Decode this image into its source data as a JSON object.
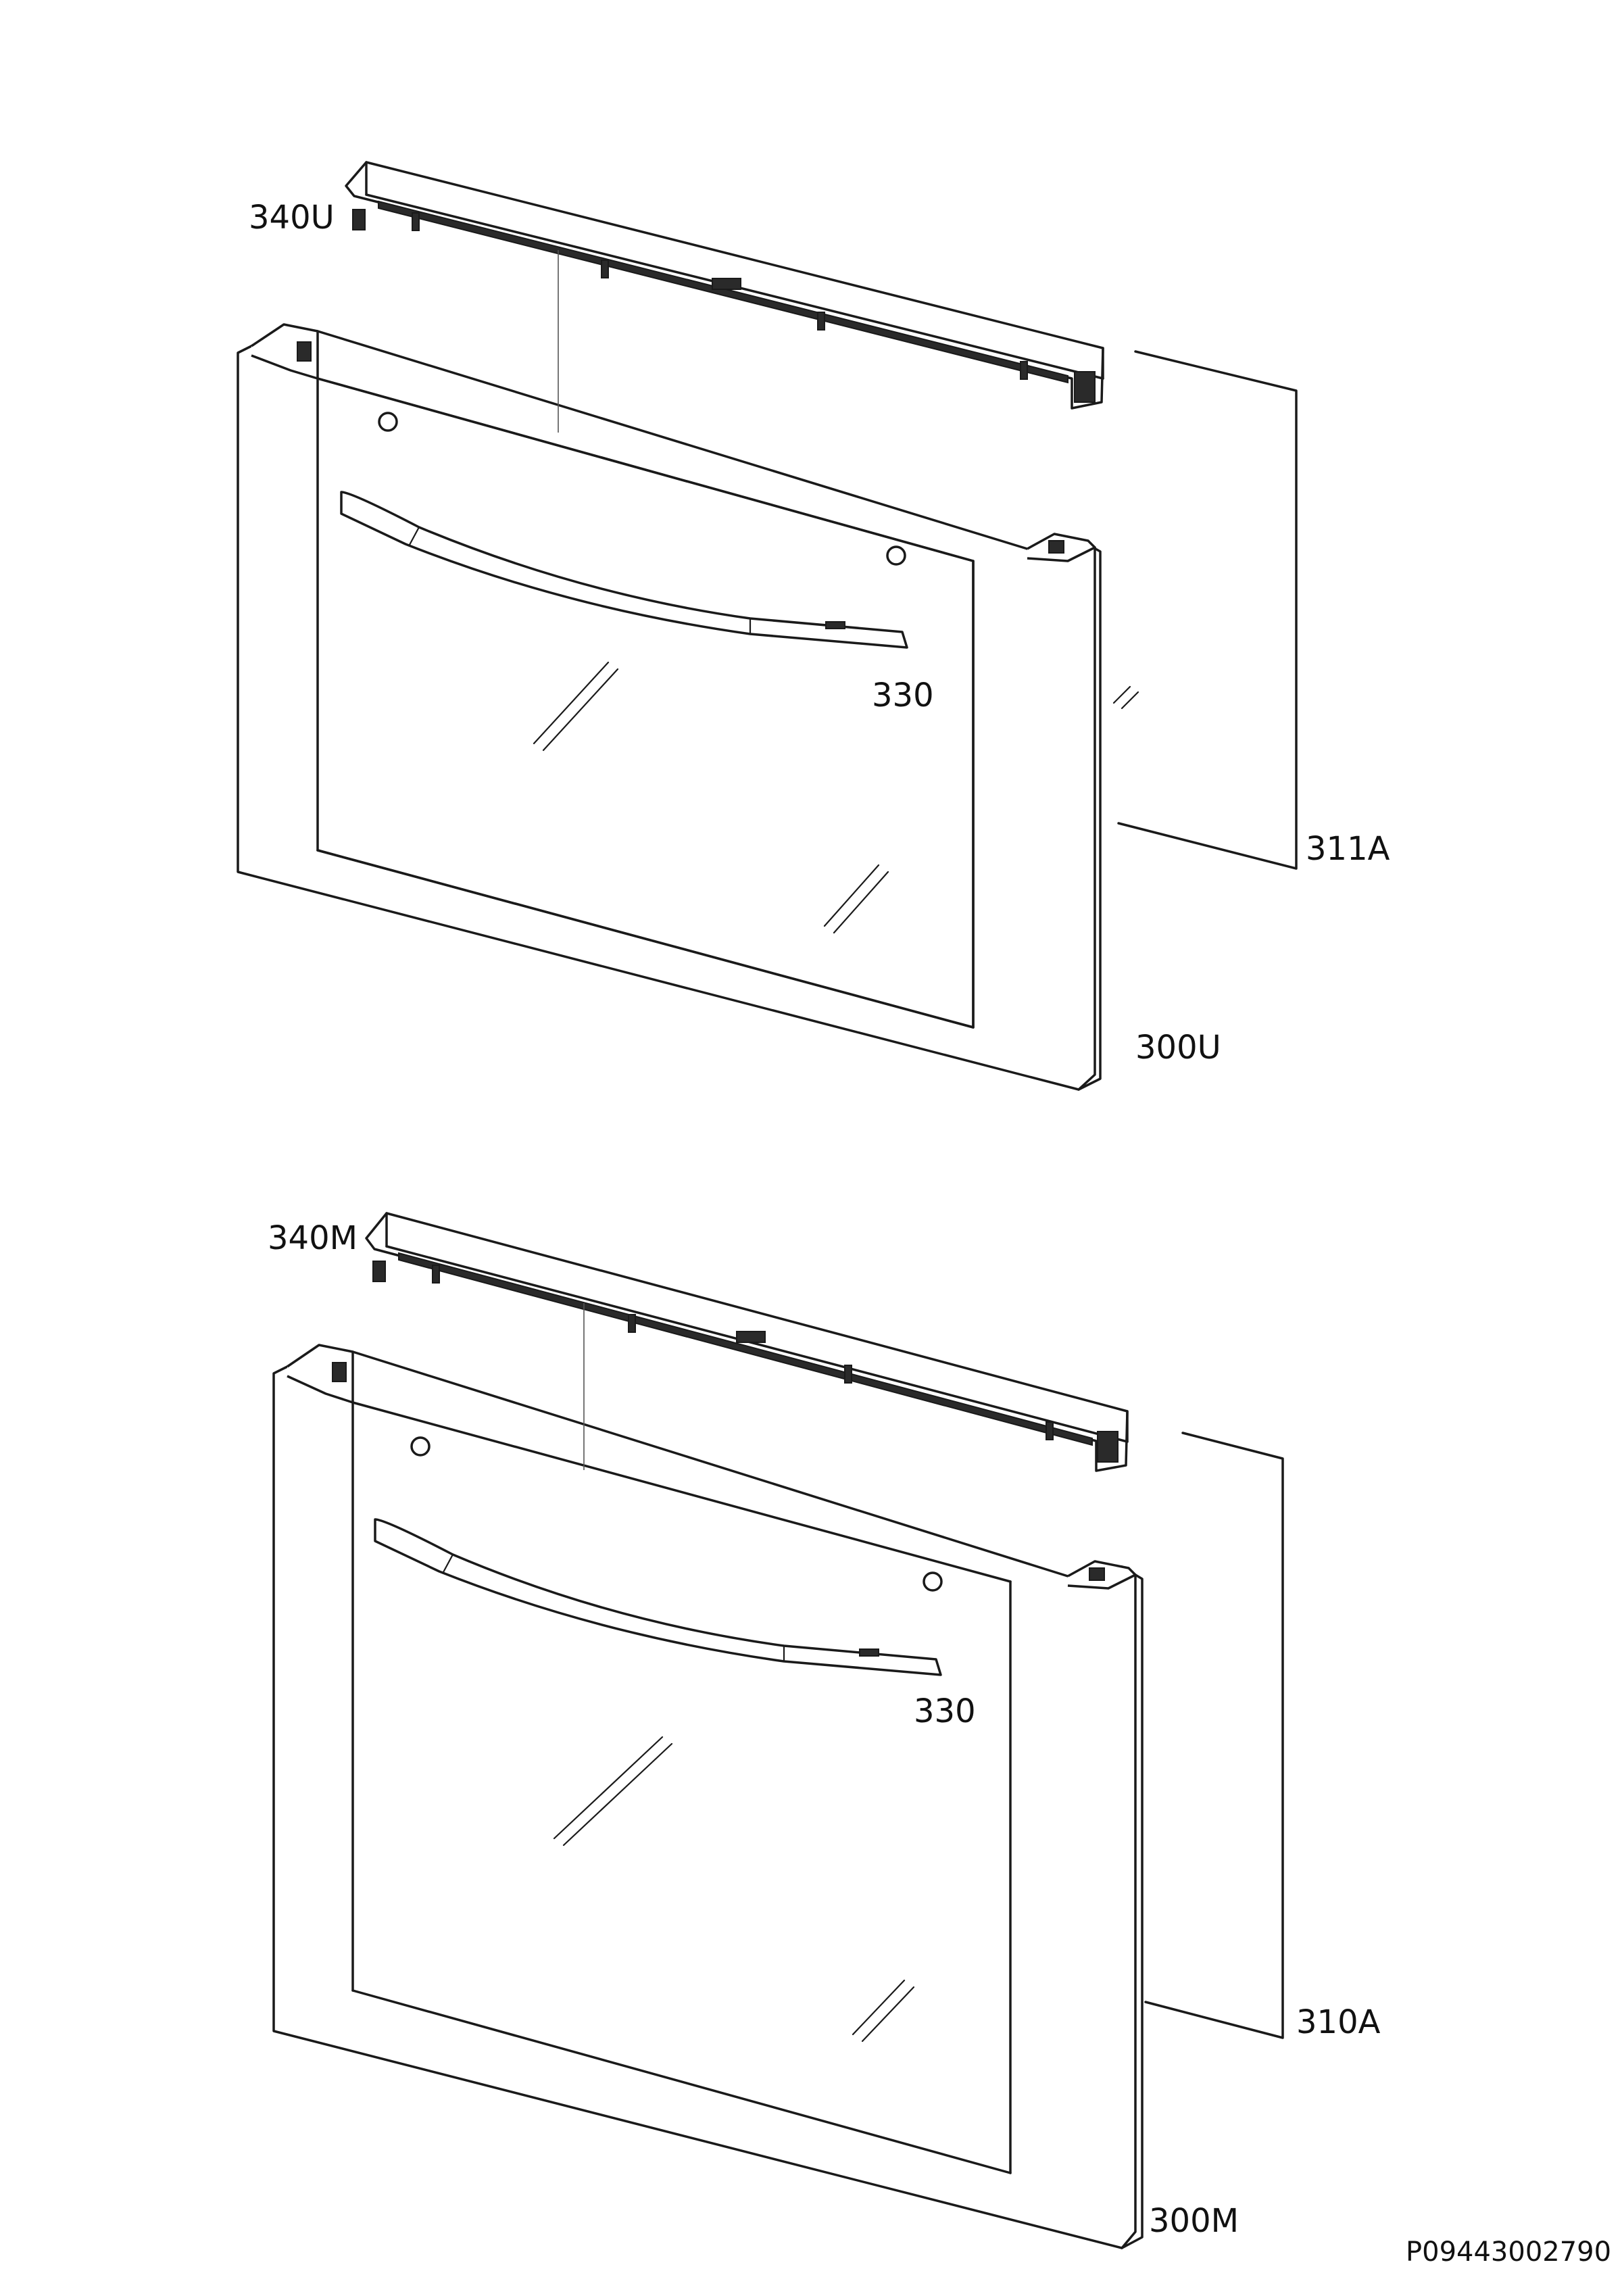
{
  "labels": {
    "upper_trim": "340U",
    "upper_handle": "330",
    "upper_glass": "311A",
    "upper_door": "300U",
    "lower_trim": "340M",
    "lower_handle": "330",
    "lower_glass": "310A",
    "lower_door": "300M"
  },
  "reference_code": "P09443002790"
}
